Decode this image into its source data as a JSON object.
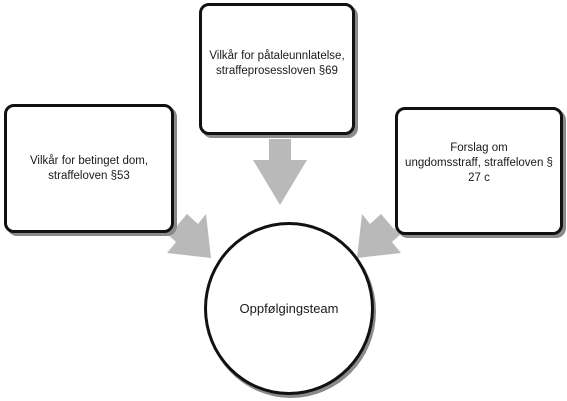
{
  "diagram": {
    "center": {
      "label": "Oppfølgingsteam"
    },
    "boxes": [
      {
        "id": "top",
        "label": "Vilkår for påtaleunnlatelse,\nstraffeprosessloven §69"
      },
      {
        "id": "left",
        "label": "Vilkår for betinget dom,\nstraffeloven §53"
      },
      {
        "id": "right",
        "label": "Forslag om\nungdomsstraff, straffeloven §\n27 c"
      }
    ],
    "arrow_color": "#b9b9b9"
  }
}
